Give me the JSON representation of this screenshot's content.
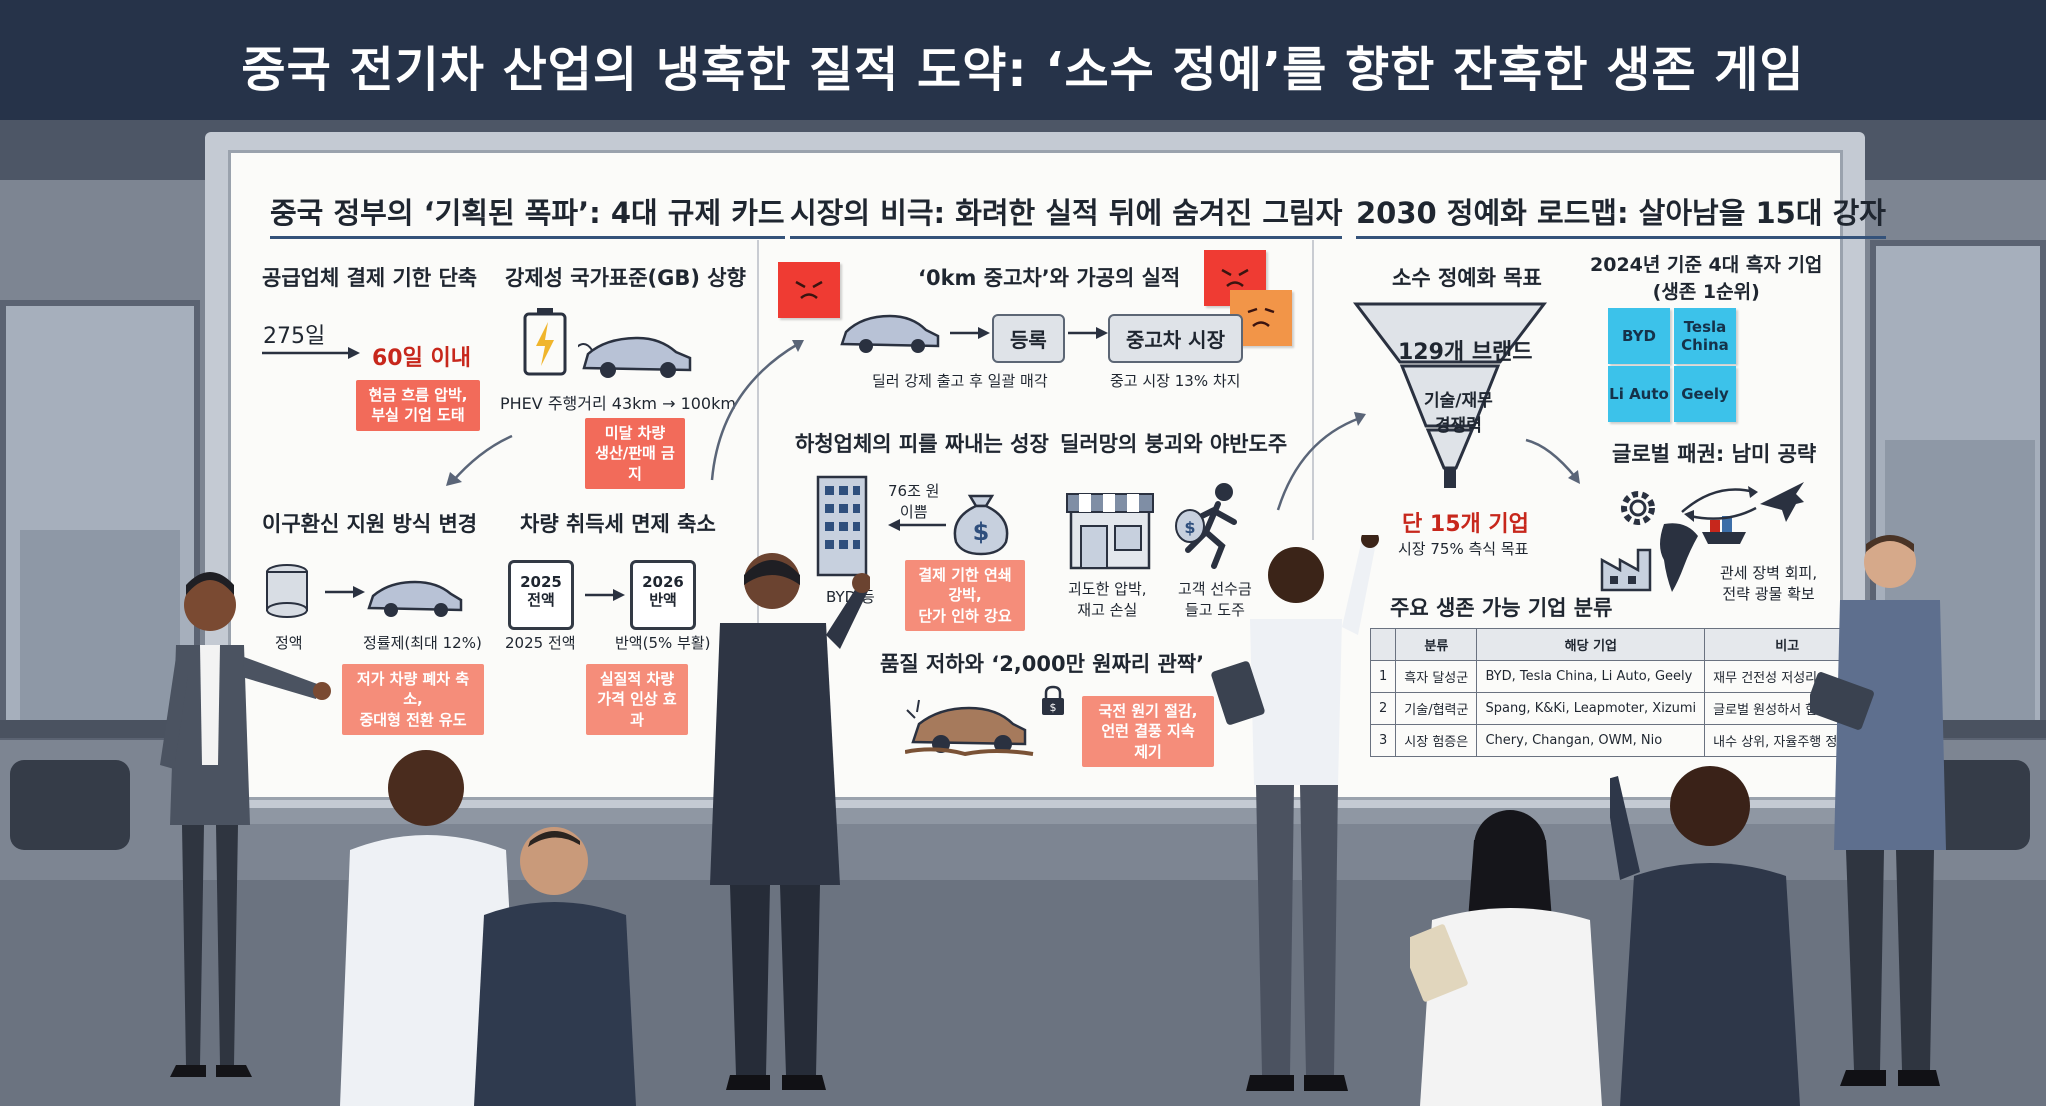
{
  "title": "중국 전기차 산업의 냉혹한 질적 도약: ‘소수 정예’를 향한 잔혹한 생존 게임",
  "left_section": {
    "title": "중국 정부의 ‘기획된 폭파’: 4대 규제 카드",
    "payment": {
      "title": "공급업체 결제 기한 단축",
      "from": "275일",
      "to": "60일 이내",
      "note_line1": "현금 흐름 압박,",
      "note_line2": "부실 기업 도태"
    },
    "gb": {
      "title": "강제성 국가표준(GB) 상향",
      "range": "PHEV 주행거리 43km → 100km",
      "note_line1": "미달 차량",
      "note_line2": "생산/판매 금지"
    },
    "subsidy": {
      "title": "이구환신 지원 방식 변경",
      "left_label": "정액",
      "right_label": "정률제(최대 12%)",
      "note_line1": "저가 차량 폐차 축소,",
      "note_line2": "중대형 전환 유도"
    },
    "tax": {
      "title": "차량 취득세 면제 축소",
      "cal1_line1": "2025",
      "cal1_line2": "전액",
      "cal2_line1": "2026",
      "cal2_line2": "반액",
      "left_label": "2025 전액",
      "right_label": "반액(5% 부활)",
      "note_line1": "실질적 차량",
      "note_line2": "가격 인상 효과"
    }
  },
  "middle_section": {
    "title": "시장의 비극: 화려한 실적 뒤에 숨겨진 그림자",
    "zero_km": {
      "title": "‘0km 중고차’와 가공의 실적",
      "step1": "등록",
      "step2": "중고차 시장",
      "caption_left": "딜러 강제 출고 후 일괄 매각",
      "caption_right": "중고 시장 13% 차지"
    },
    "subcontract": {
      "title": "하청업체의 피를 짜내는 성장",
      "amount_line1": "76조 원",
      "amount_line2": "이쁨",
      "company": "BYD 등",
      "note_line1": "결제 기한 연쇄 강박,",
      "note_line2": "단가 인하 강요"
    },
    "dealer": {
      "title": "딜러망의 붕괴와 야반도주",
      "caption_left_line1": "괴도한 압박,",
      "caption_left_line2": "재고 손실",
      "caption_right_line1": "고객 선수금",
      "caption_right_line2": "들고 도주"
    },
    "quality": {
      "title": "품질 저하와 ‘2,000만 원짜리 관짝’",
      "note_line1": "국전 원기 절감,",
      "note_line2": "언런 결풍 지속 제기"
    }
  },
  "right_section": {
    "title": "2030 정예화 로드맵: 살아남을 15대 강자",
    "goal": {
      "title": "소수 정예화 목표",
      "top": "129개 브랜드",
      "mid_line1": "기술/재무",
      "mid_line2": "경쟁력",
      "result": "단 15개 기업",
      "caption": "시장 75% 측식 목표"
    },
    "top4": {
      "title_line1": "2024년 기준 4대 흑자 기업",
      "title_line2": "(생존 1순위)",
      "companies": [
        "BYD",
        "Tesla China",
        "Li Auto",
        "Geely"
      ]
    },
    "global": {
      "title": "글로벌 패권: 남미 공략",
      "caption_line1": "관세 장벽 회피,",
      "caption_line2": "전략 광물 확보"
    },
    "table": {
      "title": "주요 생존 가능 기업 분류",
      "headers": [
        "",
        "분류",
        "해당 기업",
        "비고"
      ],
      "rows": [
        [
          "1",
          "흑자 달성군",
          "BYD, Tesla China, Li Auto, Geely",
          "재무 건전성 저성리"
        ],
        [
          "2",
          "기술/협력군",
          "Spang, K&Ki, Leapmoter, Xizumi",
          "글로벌 원성하서 협력"
        ],
        [
          "3",
          "시장 험증은",
          "Chery, Changan, OWM, Nio",
          "내수 상위, 자율주행 정밀락"
        ]
      ]
    }
  },
  "colors": {
    "header": "#263349",
    "accent_red": "#c7271c",
    "note_red": "#f26b5a",
    "sticky_blue": "#3cc2ea"
  }
}
